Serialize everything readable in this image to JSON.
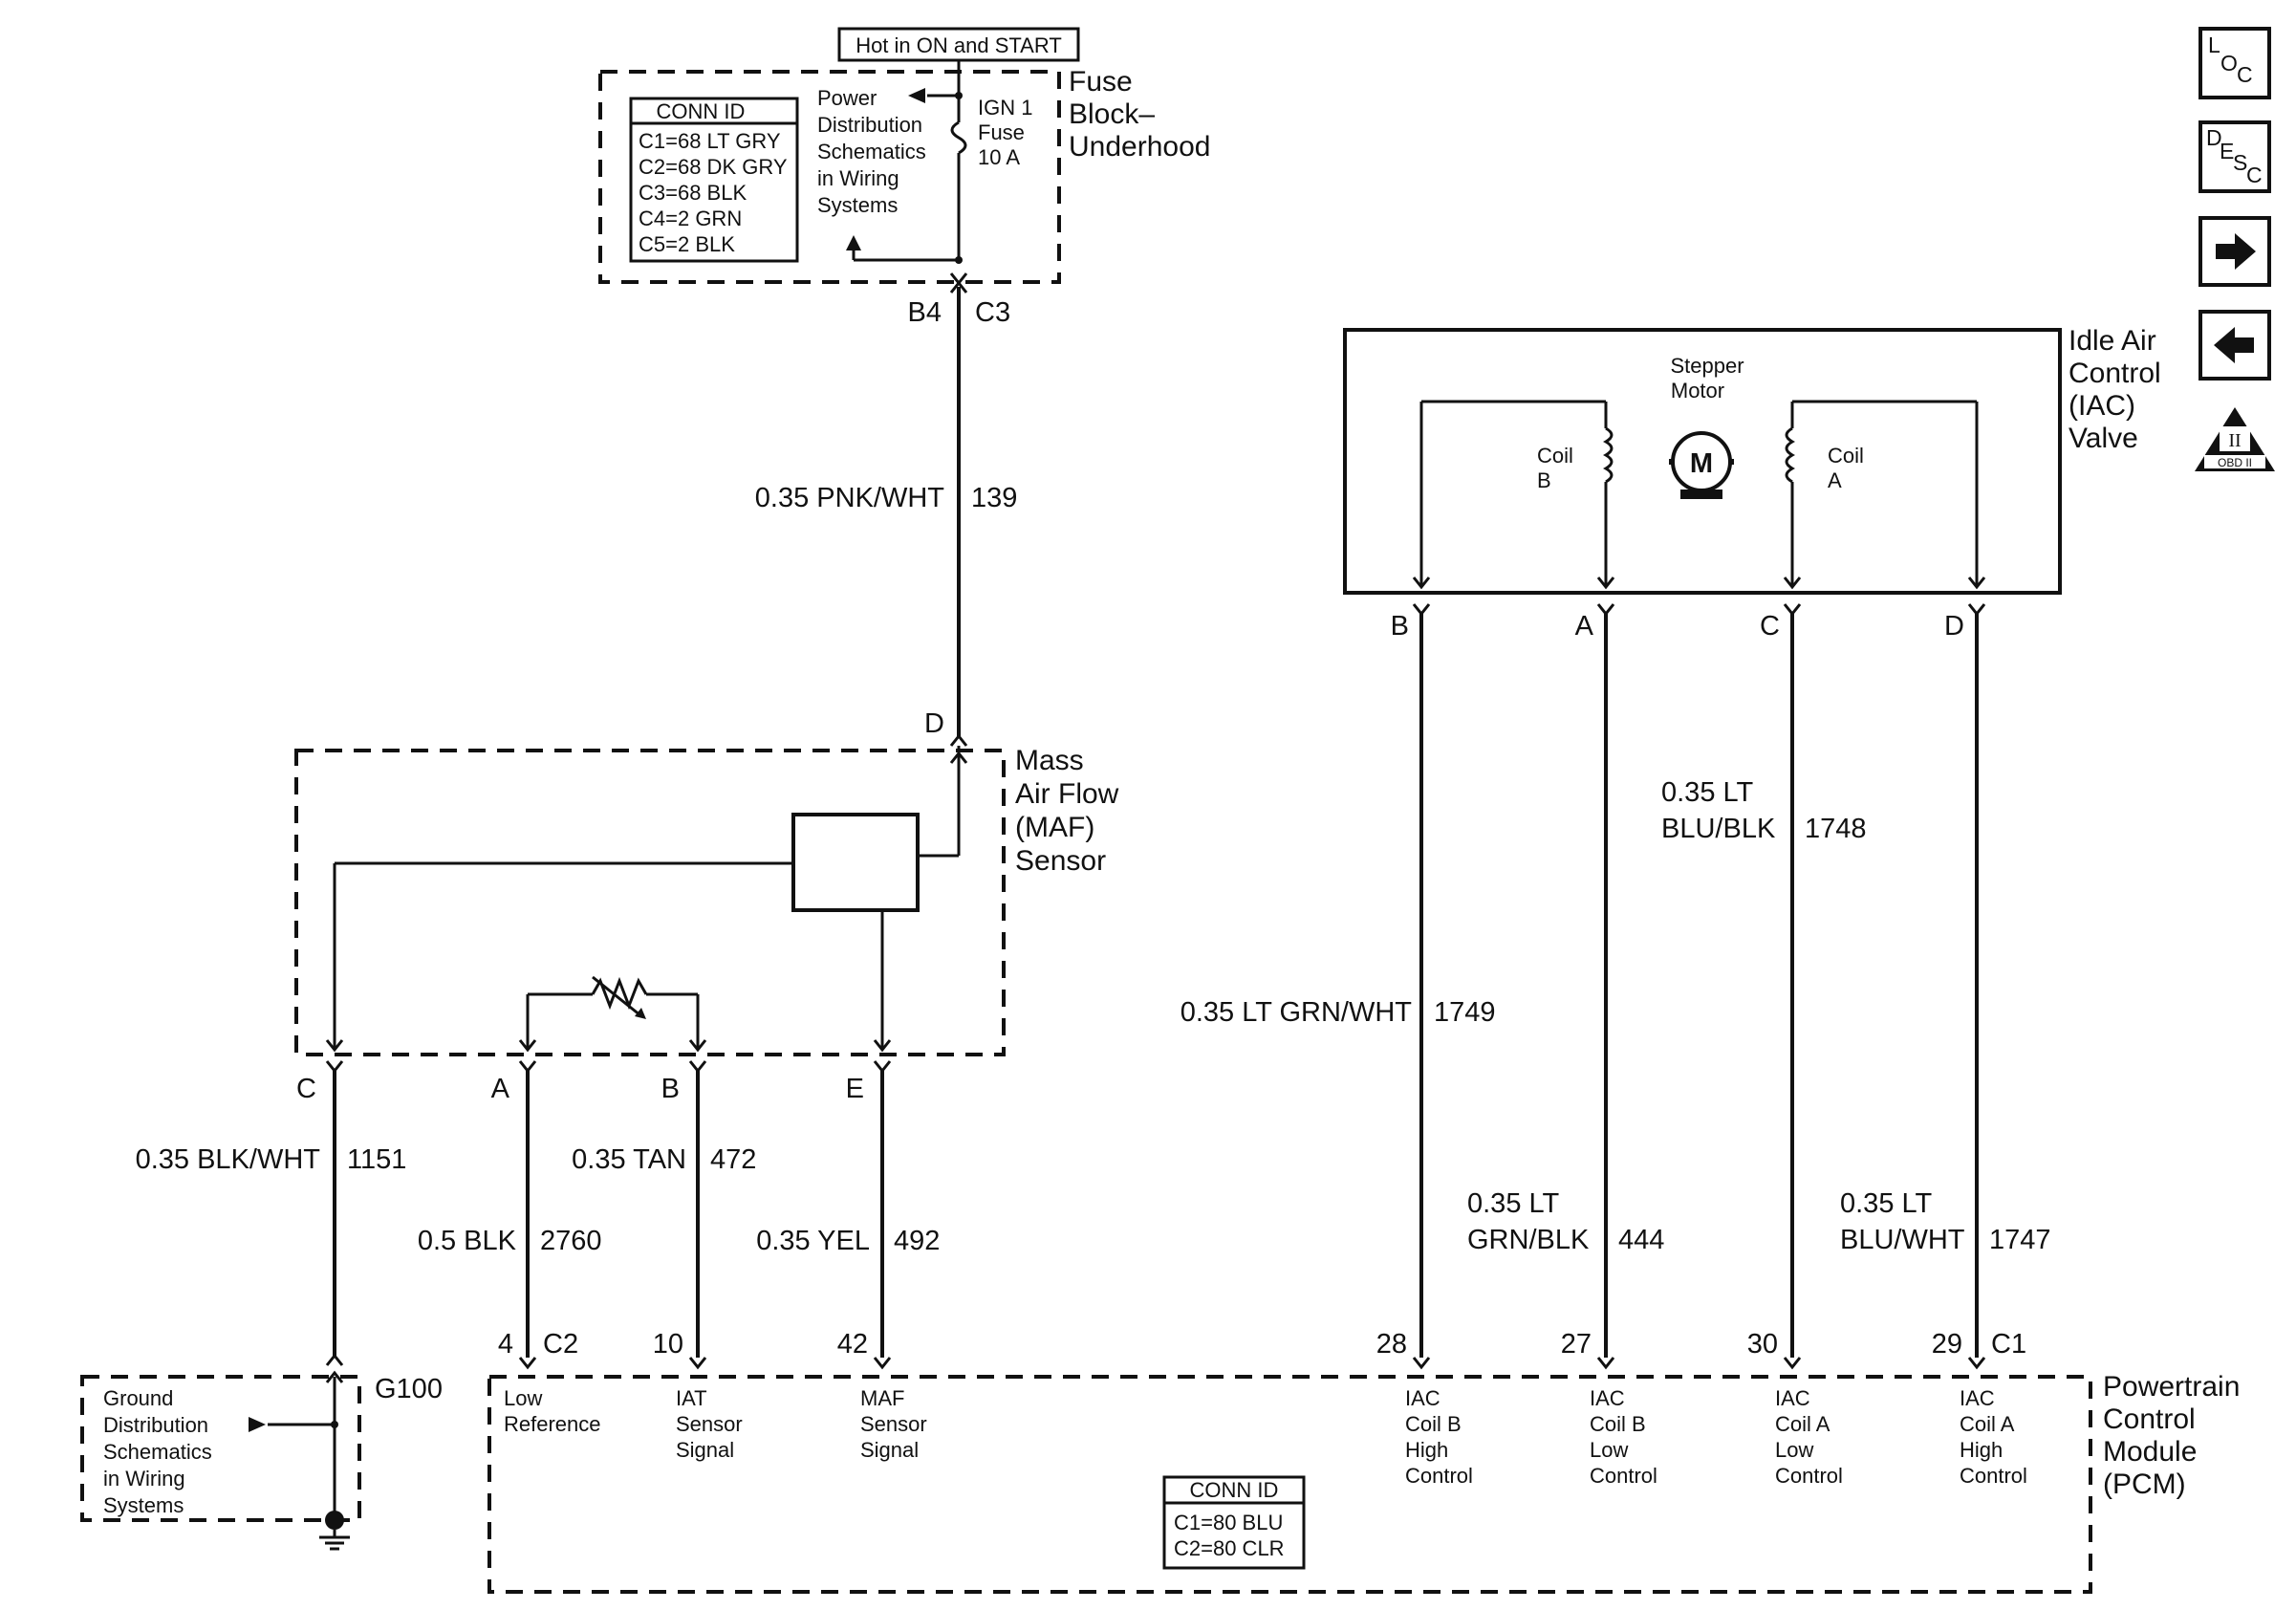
{
  "fuse_block": {
    "hot_label": "Hot in ON and START",
    "title_lines": [
      "Fuse",
      "Block–",
      "Underhood"
    ],
    "conn_id_title": "CONN ID",
    "conn_ids": [
      "C1=68 LT GRY",
      "C2=68 DK GRY",
      "C3=68 BLK",
      "C4=2 GRN",
      "C5=2 BLK"
    ],
    "power_ref_lines": [
      "Power",
      "Distribution",
      "Schematics",
      "in Wiring",
      "Systems"
    ],
    "fuse_lines": [
      "IGN 1",
      "Fuse",
      "10 A"
    ],
    "pins": [
      "B4",
      "C3"
    ]
  },
  "wires": {
    "w139": {
      "gauge": "0.35 PNK/WHT",
      "circuit": "139"
    },
    "w1151": {
      "gauge": "0.35 BLK/WHT",
      "circuit": "1151"
    },
    "w2760": {
      "gauge": "0.5 BLK",
      "circuit": "2760"
    },
    "w472": {
      "gauge": "0.35 TAN",
      "circuit": "472"
    },
    "w492": {
      "gauge": "0.35 YEL",
      "circuit": "492"
    },
    "w1749": {
      "gauge": "0.35 LT GRN/WHT",
      "circuit": "1749"
    },
    "w1748": {
      "gauge_lines": [
        "0.35 LT",
        "BLU/BLK"
      ],
      "circuit": "1748"
    },
    "w444": {
      "gauge_lines": [
        "0.35 LT",
        "GRN/BLK"
      ],
      "circuit": "444"
    },
    "w1747": {
      "gauge_lines": [
        "0.35 LT",
        "BLU/WHT"
      ],
      "circuit": "1747"
    }
  },
  "maf": {
    "title_lines": [
      "Mass",
      "Air Flow",
      "(MAF)",
      "Sensor"
    ],
    "pins": {
      "d": "D",
      "c": "C",
      "a": "A",
      "b": "B",
      "e": "E"
    }
  },
  "iac": {
    "title_lines": [
      "Idle Air",
      "Control",
      "(IAC)",
      "Valve"
    ],
    "stepper_lines": [
      "Stepper",
      "Motor"
    ],
    "motor_symbol": "M",
    "coil_b_lines": [
      "Coil",
      "B"
    ],
    "coil_a_lines": [
      "Coil",
      "A"
    ],
    "pins": {
      "b": "B",
      "a": "A",
      "c": "C",
      "d": "D"
    }
  },
  "ground": {
    "id": "G100",
    "ref_lines": [
      "Ground",
      "Distribution",
      "Schematics",
      "in Wiring",
      "Systems"
    ]
  },
  "pcm": {
    "title_lines": [
      "Powertrain",
      "Control",
      "Module",
      "(PCM)"
    ],
    "connectors": {
      "c2": "C2",
      "c1": "C1"
    },
    "pins": {
      "p4": "4",
      "p10": "10",
      "p42": "42",
      "p28": "28",
      "p27": "27",
      "p30": "30",
      "p29": "29"
    },
    "signals": {
      "low_ref": [
        "Low",
        "Reference"
      ],
      "iat": [
        "IAT",
        "Sensor",
        "Signal"
      ],
      "maf": [
        "MAF",
        "Sensor",
        "Signal"
      ],
      "iac_b_high": [
        "IAC",
        "Coil B",
        "High",
        "Control"
      ],
      "iac_b_low": [
        "IAC",
        "Coil B",
        "Low",
        "Control"
      ],
      "iac_a_low": [
        "IAC",
        "Coil A",
        "Low",
        "Control"
      ],
      "iac_a_high": [
        "IAC",
        "Coil A",
        "High",
        "Control"
      ]
    },
    "conn_id_title": "CONN ID",
    "conn_ids": [
      "C1=80 BLU",
      "C2=80 CLR"
    ]
  },
  "side_icons": {
    "loc": [
      "L",
      "O",
      "C"
    ],
    "desc": [
      "D",
      "E",
      "S",
      "C"
    ],
    "obd": [
      "II",
      "OBD II"
    ],
    "names": [
      "location-icon",
      "description-icon",
      "next-arrow-icon",
      "previous-arrow-icon",
      "obd-ii-icon"
    ]
  }
}
